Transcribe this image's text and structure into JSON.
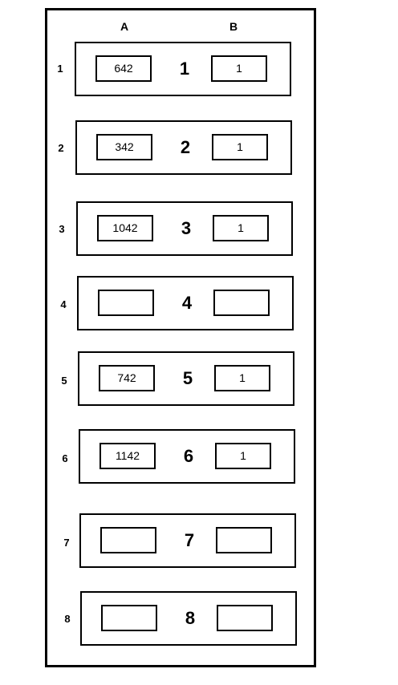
{
  "columns": {
    "a": "A",
    "b": "B"
  },
  "rows": [
    {
      "label": "1",
      "number": "1",
      "a": "642",
      "b": "1"
    },
    {
      "label": "2",
      "number": "2",
      "a": "342",
      "b": "1"
    },
    {
      "label": "3",
      "number": "3",
      "a": "1042",
      "b": "1"
    },
    {
      "label": "4",
      "number": "4",
      "a": "",
      "b": ""
    },
    {
      "label": "5",
      "number": "5",
      "a": "742",
      "b": "1"
    },
    {
      "label": "6",
      "number": "6",
      "a": "1142",
      "b": "1"
    },
    {
      "label": "7",
      "number": "7",
      "a": "",
      "b": ""
    },
    {
      "label": "8",
      "number": "8",
      "a": "",
      "b": ""
    }
  ]
}
